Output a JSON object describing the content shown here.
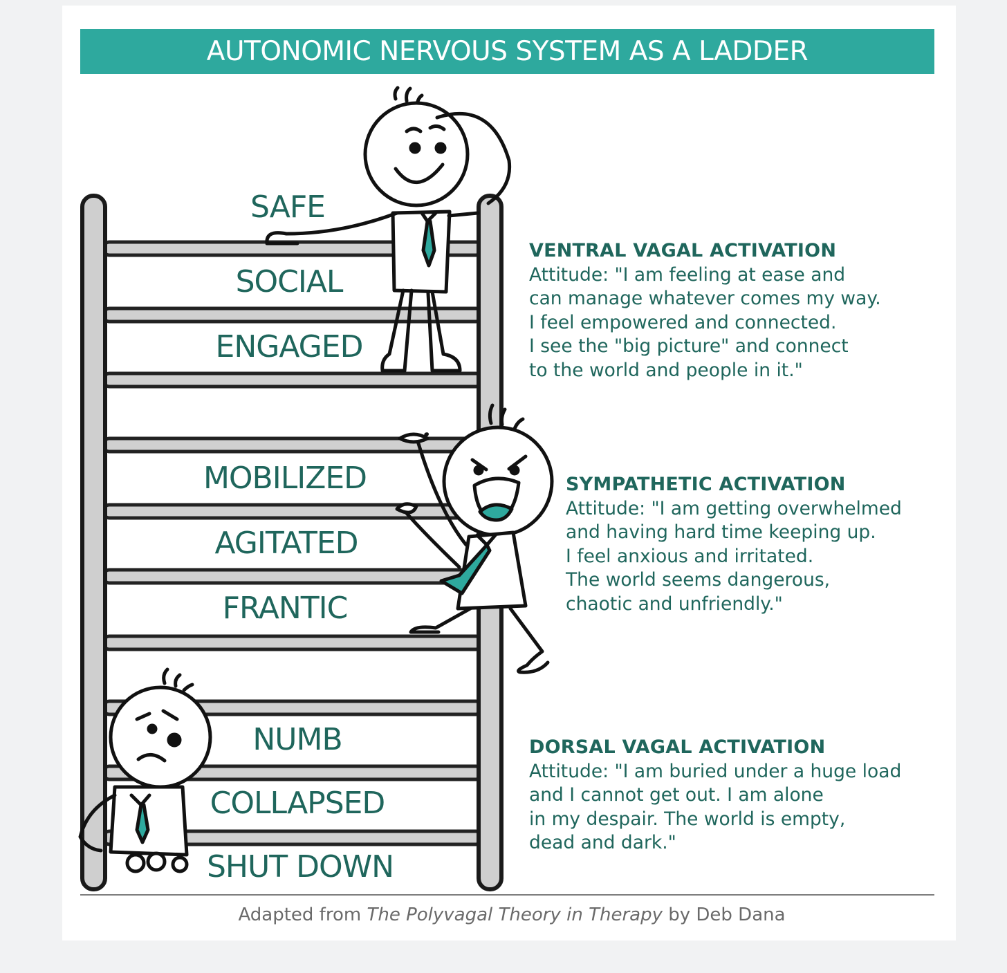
{
  "title": "AUTONOMIC NERVOUS SYSTEM AS A LADDER",
  "rungs": [
    "SAFE",
    "SOCIAL",
    "ENGAGED",
    "MOBILIZED",
    "AGITATED",
    "FRANTIC",
    "NUMB",
    "COLLAPSED",
    "SHUT DOWN"
  ],
  "states": {
    "ventral": {
      "heading": "VENTRAL VAGAL ACTIVATION",
      "lines": [
        "Attitude: \"I am feeling at ease and",
        "can manage whatever comes my way.",
        "I feel empowered and connected.",
        "I see the \"big picture\" and connect",
        "to the world and people in it.\""
      ]
    },
    "sympathetic": {
      "heading": "SYMPATHETIC ACTIVATION",
      "lines": [
        "Attitude: \"I am getting overwhelmed",
        "and having hard time keeping up.",
        "I feel anxious and irritated.",
        "The world seems dangerous,",
        "chaotic and unfriendly.\""
      ]
    },
    "dorsal": {
      "heading": "DORSAL VAGAL ACTIVATION",
      "lines": [
        "Attitude: \"I am buried under a huge load",
        "and I cannot get out. I am alone",
        "in my despair. The world is empty,",
        "dead and dark.\""
      ]
    }
  },
  "credit": {
    "prefix": "Adapted from ",
    "book": "The Polyvagal Theory in Therapy",
    "suffix": " by Deb Dana"
  },
  "colors": {
    "teal": "#2ea99e",
    "dark_teal": "#1f665c",
    "ladder_fill": "#d0d0d0",
    "outline": "#111111"
  }
}
